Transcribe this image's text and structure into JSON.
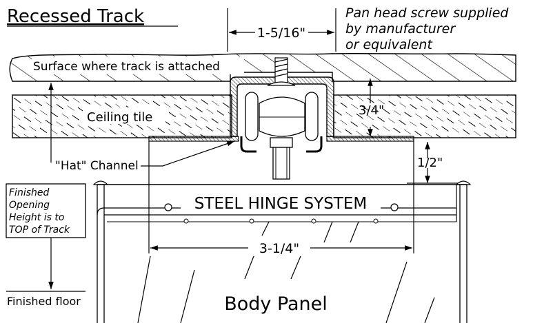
{
  "title": "Recessed Track",
  "screw_note": [
    "Pan head screw supplied",
    "by manufacturer",
    "or equivalent"
  ],
  "labels": {
    "surface": "Surface where track is attached",
    "ceiling_tile": "Ceiling tile",
    "hat_channel": "\"Hat\" Channel",
    "steel_hinge": "STEEL HINGE SYSTEM",
    "body_panel": "Body Panel",
    "finished_floor": "Finished floor"
  },
  "finished_height_note": [
    "Finished",
    "Opening",
    "Height is to",
    "TOP of Track"
  ],
  "dimensions": {
    "screw_offset": "1-5/16\"",
    "tile_thickness": "3/4\"",
    "gap": "1/2\"",
    "panel_offset": "3-1/4\""
  }
}
